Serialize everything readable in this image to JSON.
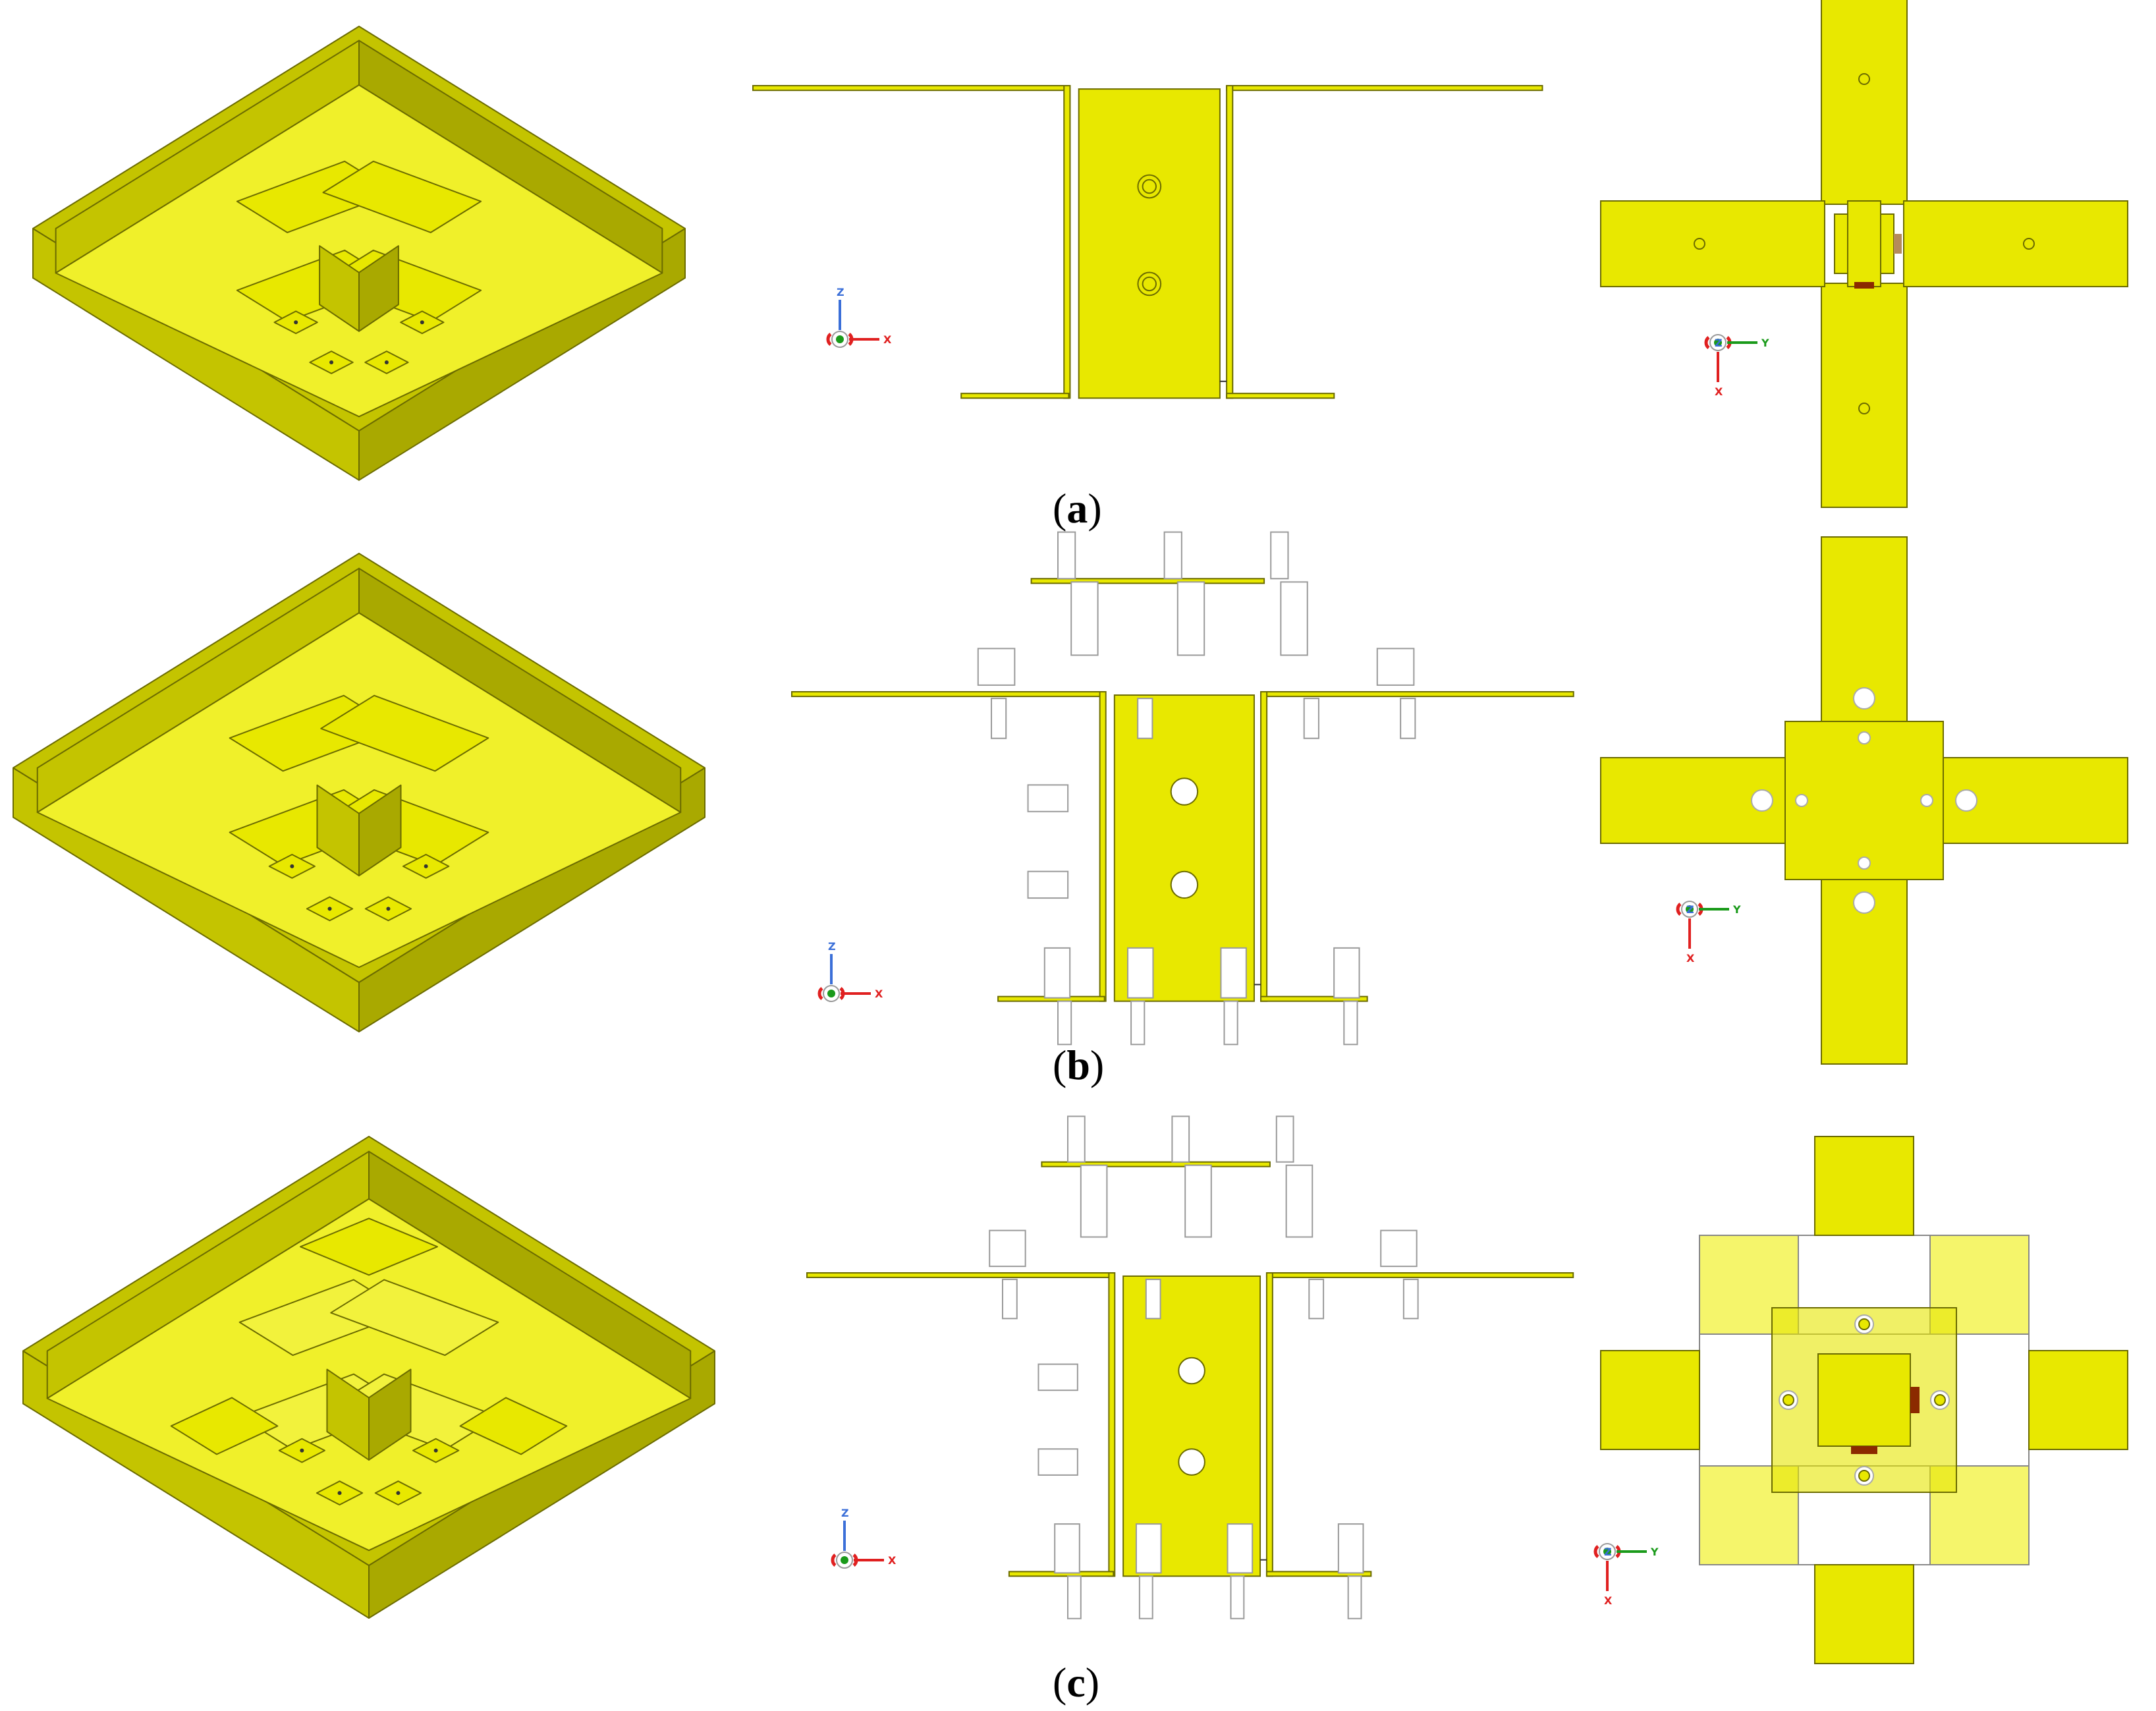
{
  "panels": [
    {
      "id": "a",
      "label": "a",
      "side_hole": "ring",
      "has_pins": false,
      "superstrate": false
    },
    {
      "id": "b",
      "label": "b",
      "side_hole": "white",
      "has_pins": true,
      "superstrate": false
    },
    {
      "id": "c",
      "label": "c",
      "side_hole": "white",
      "has_pins": true,
      "superstrate": true
    }
  ],
  "axes": {
    "z": "Z",
    "x": "X",
    "y": "Y"
  },
  "colors": {
    "metal": "#e8e800",
    "metal_light": "#f2f23c",
    "metal_outline": "#6b6b00",
    "box_wall": "#c4c400",
    "box_wall_dark": "#a9a900",
    "box_floor": "#f0f02a",
    "feed": "#8b2a00",
    "pin": "#ffffff",
    "axis_z": "#3b6fd8",
    "axis_x": "#e02020",
    "axis_y": "#1a9a1a"
  }
}
